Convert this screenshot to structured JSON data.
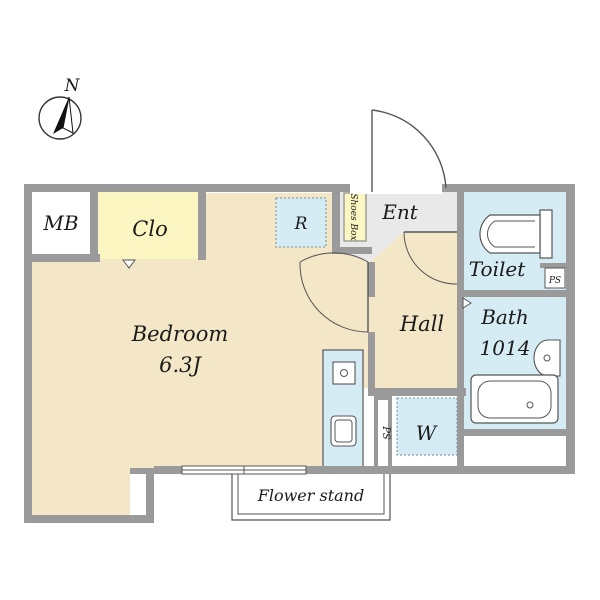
{
  "compass": {
    "north_label": "N",
    "icon": "compass-north-arrow-icon"
  },
  "rooms": {
    "mb": "MB",
    "clo": "Clo",
    "r": "R",
    "shoes_box": "Shoes Box",
    "ent": "Ent",
    "toilet": "Toilet",
    "ps_top": "PS",
    "bedroom_name": "Bedroom",
    "bedroom_size": "6.3J",
    "hall": "Hall",
    "bath_name": "Bath",
    "bath_size": "1014",
    "ps_side": "PS",
    "w": "W",
    "flower_stand": "Flower stand"
  },
  "colors": {
    "bedroom": "#f4e7c7",
    "hall": "#f4e7c7",
    "closet": "#fbf6c2",
    "wet_area": "#d6ecf5",
    "entrance": "#e9e9e9",
    "wall": "#9a9a9a"
  }
}
